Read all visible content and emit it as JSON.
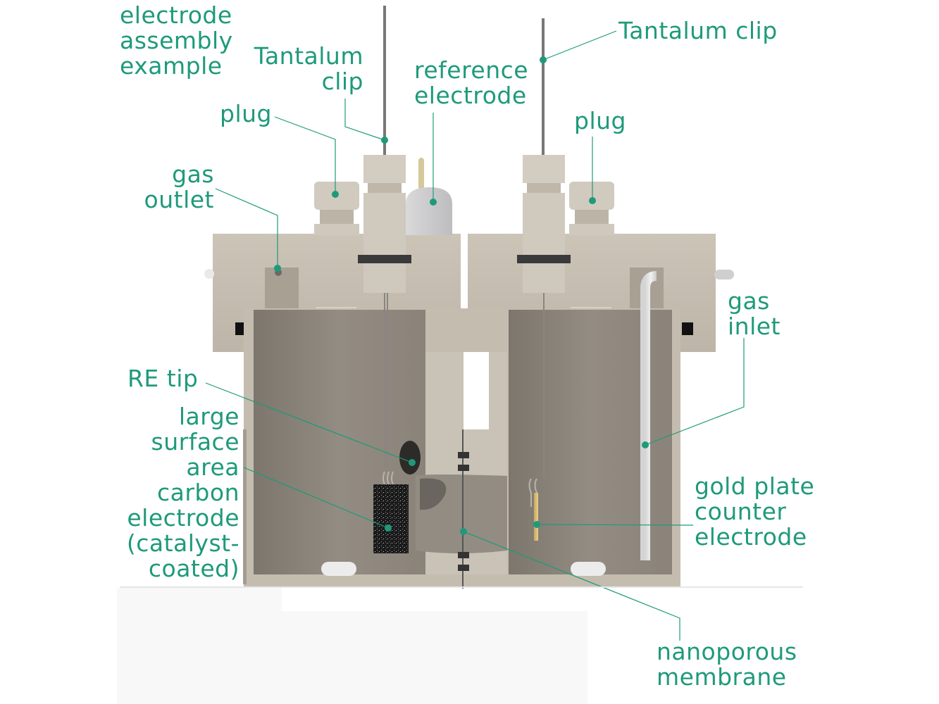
{
  "diagram": {
    "title": [
      "electrode",
      "assembly",
      "example"
    ],
    "accent_color": "#1e9a7a",
    "body_color": "#c9c1b4",
    "chamber_color": "#8f887e",
    "labels": {
      "tantalum_clip_left": [
        "Tantalum",
        "clip"
      ],
      "tantalum_clip_right": [
        "Tantalum clip"
      ],
      "reference_electrode": [
        "reference",
        "electrode"
      ],
      "plug_left": [
        "plug"
      ],
      "plug_right": [
        "plug"
      ],
      "gas_outlet": [
        "gas",
        "outlet"
      ],
      "gas_inlet": [
        "gas",
        "inlet"
      ],
      "re_tip": [
        "RE tip"
      ],
      "carbon_electrode": [
        "large",
        "surface",
        "area",
        "carbon",
        "electrode",
        "(catalyst-",
        "coated)"
      ],
      "gold_counter": [
        "gold plate",
        "counter",
        "electrode"
      ],
      "membrane": [
        "nanoporous",
        "membrane"
      ]
    }
  }
}
